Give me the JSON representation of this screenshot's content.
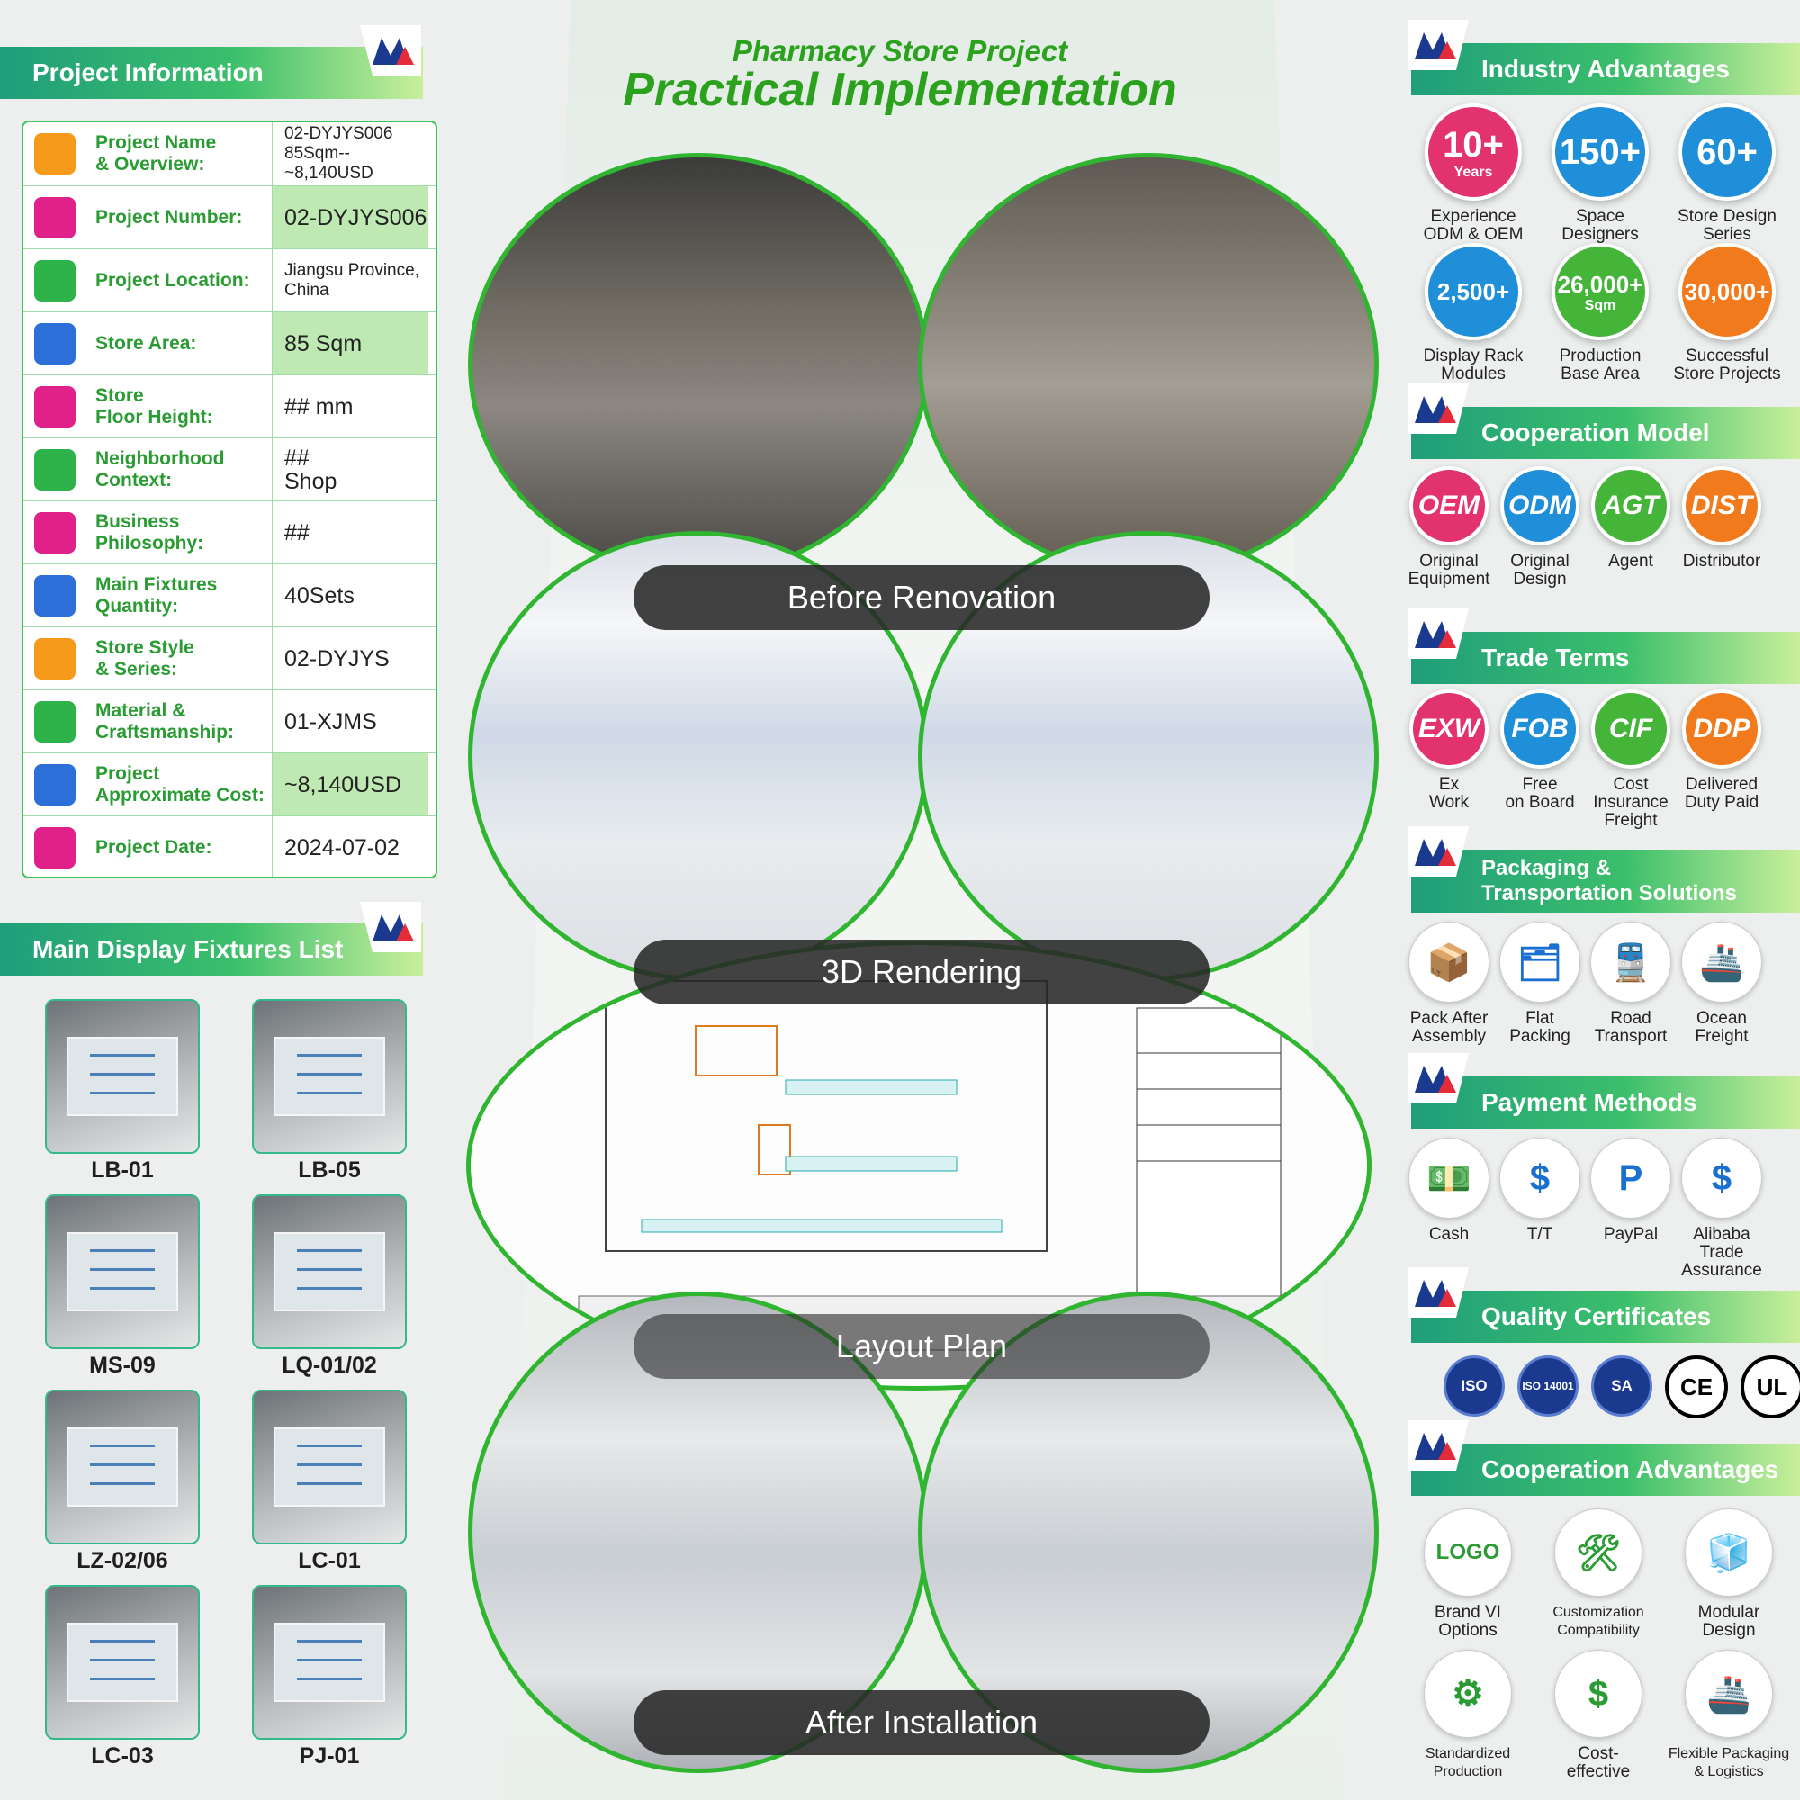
{
  "header": {
    "title_line1": "Pharmacy Store Project",
    "title_line2": "Practical Implementation"
  },
  "project_info": {
    "heading": "Project Information",
    "rows": [
      {
        "label": "Project Name\n& Overview:",
        "value": "02-DYJYS006\n85Sqm--~8,140USD",
        "icon": "search-document-icon",
        "color": "#f59a1b"
      },
      {
        "label": "Project Number:",
        "value": "02-DYJYS006",
        "icon": "numbered-list-icon",
        "color": "#e0218a"
      },
      {
        "label": "Project Location:",
        "value": "Jiangsu Province,\nChina",
        "icon": "location-pin-icon",
        "color": "#2db34a"
      },
      {
        "label": "Store Area:",
        "value": "85 Sqm",
        "icon": "area-icon",
        "color": "#2d6fd9"
      },
      {
        "label": "Store\nFloor Height:",
        "value": "## mm",
        "icon": "floor-height-icon",
        "color": "#e0218a"
      },
      {
        "label": "Neighborhood\nContext:",
        "value": "##\nShop",
        "icon": "shop-icon",
        "color": "#2db34a"
      },
      {
        "label": "Business\nPhilosophy:",
        "value": "##",
        "icon": "star-chat-icon",
        "color": "#e0218a"
      },
      {
        "label": "Main Fixtures\nQuantity:",
        "value": "40Sets",
        "icon": "qty-box-icon",
        "color": "#2d6fd9"
      },
      {
        "label": "Store Style\n& Series:",
        "value": "02-DYJYS",
        "icon": "star-icon",
        "color": "#f59a1b"
      },
      {
        "label": "Material &\nCraftsmanship:",
        "value": "01-XJMS",
        "icon": "layers-icon",
        "color": "#2db34a"
      },
      {
        "label": "Project\nApproximate Cost:",
        "value": "~8,140USD",
        "icon": "dollar-icon",
        "color": "#2d6fd9"
      },
      {
        "label": "Project Date:",
        "value": "2024-07-02",
        "icon": "calendar-icon",
        "color": "#e0218a"
      }
    ]
  },
  "fixtures": {
    "heading": "Main Display Fixtures List",
    "items": [
      "LB-01",
      "LB-05",
      "MS-09",
      "LQ-01/02",
      "LZ-02/06",
      "LC-01",
      "LC-03",
      "PJ-01"
    ]
  },
  "stages": [
    "Before Renovation",
    "3D Rendering",
    "Layout Plan",
    "After Installation"
  ],
  "industry": {
    "heading": "Industry Advantages",
    "stats": [
      {
        "value": "10+",
        "sub": "Years",
        "label": "Experience\nODM & OEM",
        "color": "#e2336f"
      },
      {
        "value": "150+",
        "sub": "",
        "label": "Space\nDesigners",
        "color": "#1e8fd8"
      },
      {
        "value": "60+",
        "sub": "",
        "label": "Store Design\nSeries",
        "color": "#1e8fd8"
      },
      {
        "value": "2,500+",
        "sub": "",
        "label": "Display Rack\nModules",
        "color": "#1e8fd8"
      },
      {
        "value": "26,000+",
        "sub": "Sqm",
        "label": "Production\nBase Area",
        "color": "#45b53a"
      },
      {
        "value": "30,000+",
        "sub": "",
        "label": "Successful\nStore Projects",
        "color": "#f07a1c"
      }
    ]
  },
  "cooperation_model": {
    "heading": "Cooperation Model",
    "items": [
      {
        "code": "OEM",
        "label": "Original\nEquipment",
        "color": "#e2336f"
      },
      {
        "code": "ODM",
        "label": "Original\nDesign",
        "color": "#1e8fd8"
      },
      {
        "code": "AGT",
        "label": "Agent",
        "color": "#45b53a"
      },
      {
        "code": "DIST",
        "label": "Distributor",
        "color": "#f07a1c"
      }
    ]
  },
  "trade_terms": {
    "heading": "Trade Terms",
    "items": [
      {
        "code": "EXW",
        "label": "Ex\nWork",
        "color": "#e2336f"
      },
      {
        "code": "FOB",
        "label": "Free\non Board",
        "color": "#1e8fd8"
      },
      {
        "code": "CIF",
        "label": "Cost\nInsurance\nFreight",
        "color": "#45b53a"
      },
      {
        "code": "DDP",
        "label": "Delivered\nDuty Paid",
        "color": "#f07a1c"
      }
    ]
  },
  "packaging": {
    "heading": "Packaging &\nTransportation Solutions",
    "items": [
      {
        "label": "Pack After\nAssembly",
        "icon": "box-icon",
        "glyph": "📦"
      },
      {
        "label": "Flat\nPacking",
        "icon": "flat-pack-icon",
        "glyph": "🗂"
      },
      {
        "label": "Road\nTransport",
        "icon": "train-icon",
        "glyph": "🚆"
      },
      {
        "label": "Ocean\nFreight",
        "icon": "ship-icon",
        "glyph": "🚢"
      }
    ]
  },
  "payment": {
    "heading": "Payment Methods",
    "items": [
      {
        "label": "Cash",
        "icon": "cash-icon",
        "glyph": "💵"
      },
      {
        "label": "T/T",
        "icon": "transfer-icon",
        "glyph": "$"
      },
      {
        "label": "PayPal",
        "icon": "paypal-icon",
        "glyph": "P"
      },
      {
        "label": "Alibaba\nTrade\nAssurance",
        "icon": "shield-dollar-icon",
        "glyph": "$"
      }
    ]
  },
  "certificates": {
    "heading": "Quality Certificates",
    "items": [
      "ISO",
      "ISO 14001",
      "SA",
      "CE",
      "UL"
    ]
  },
  "coop_advantages": {
    "heading": "Cooperation Advantages",
    "items": [
      {
        "label": "Brand VI\nOptions",
        "icon": "logo-icon",
        "glyph": "LOGO"
      },
      {
        "label": "Customization\nCompatibility",
        "icon": "tools-icon",
        "glyph": "🛠"
      },
      {
        "label": "Modular\nDesign",
        "icon": "cubes-icon",
        "glyph": "🧊"
      },
      {
        "label": "Standardized\nProduction",
        "icon": "gear-icon",
        "glyph": "⚙"
      },
      {
        "label": "Cost-\neffective",
        "icon": "down-arrow-dollar-icon",
        "glyph": "$"
      },
      {
        "label": "Flexible Packaging\n& Logistics",
        "icon": "ship-icon",
        "glyph": "🚢"
      }
    ]
  }
}
